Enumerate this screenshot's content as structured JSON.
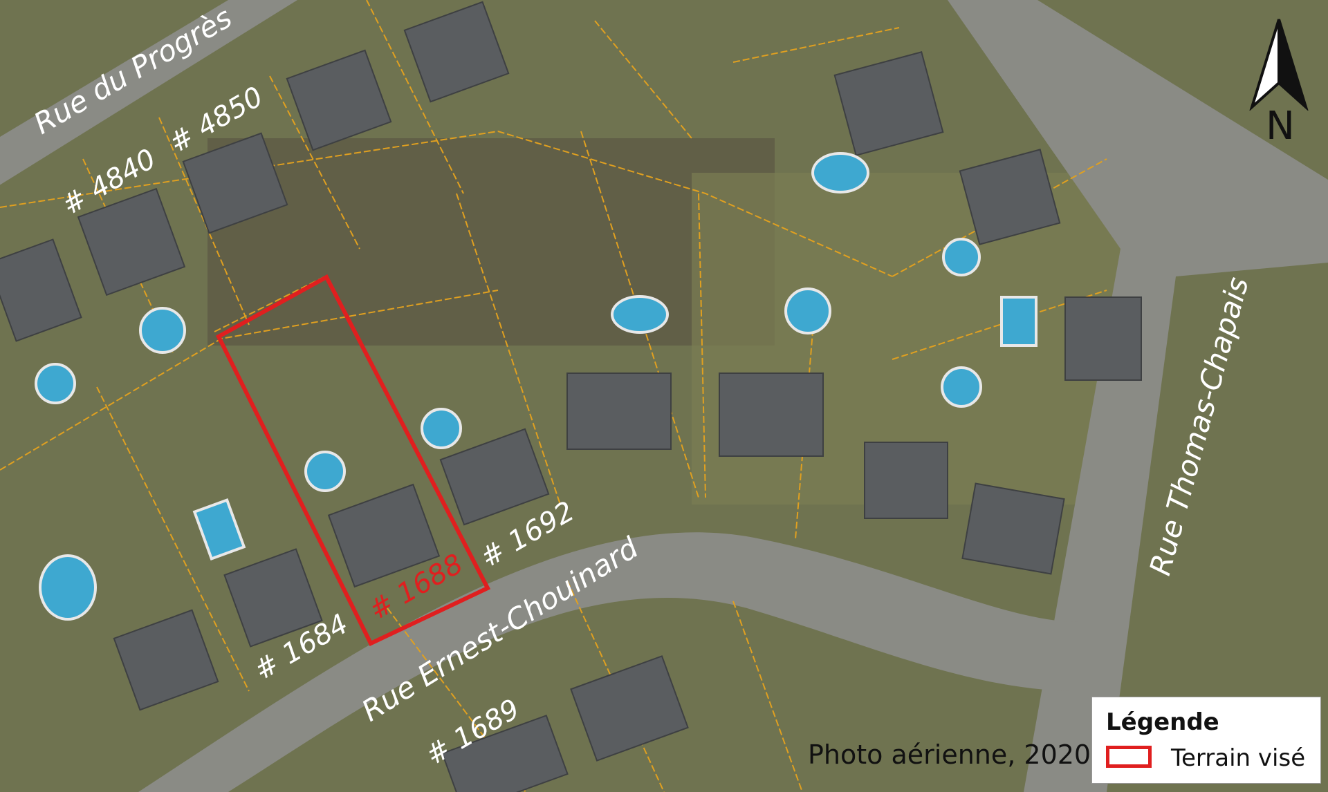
{
  "map": {
    "colors": {
      "ground": "#6f7350",
      "road": "#8a8b85",
      "lot_line": "#e0a020",
      "target": "#e01f1f",
      "roof": "#5a5d60",
      "pool": "#3ea8d0"
    }
  },
  "streets": {
    "progres": "Rue du Progrès",
    "chouinard": "Rue Ernest-Chouinard",
    "chapais": "Rue Thomas-Chapais"
  },
  "civic": {
    "n4850": "# 4850",
    "n4840": "# 4840",
    "n1692": "# 1692",
    "n1688": "# 1688",
    "n1684": "# 1684",
    "n1689": "# 1689"
  },
  "caption": "Photo aérienne, 2020",
  "legend": {
    "title": "Légende",
    "item_label": "Terrain visé"
  },
  "north": {
    "letter": "N",
    "icon": "north-arrow-icon"
  }
}
